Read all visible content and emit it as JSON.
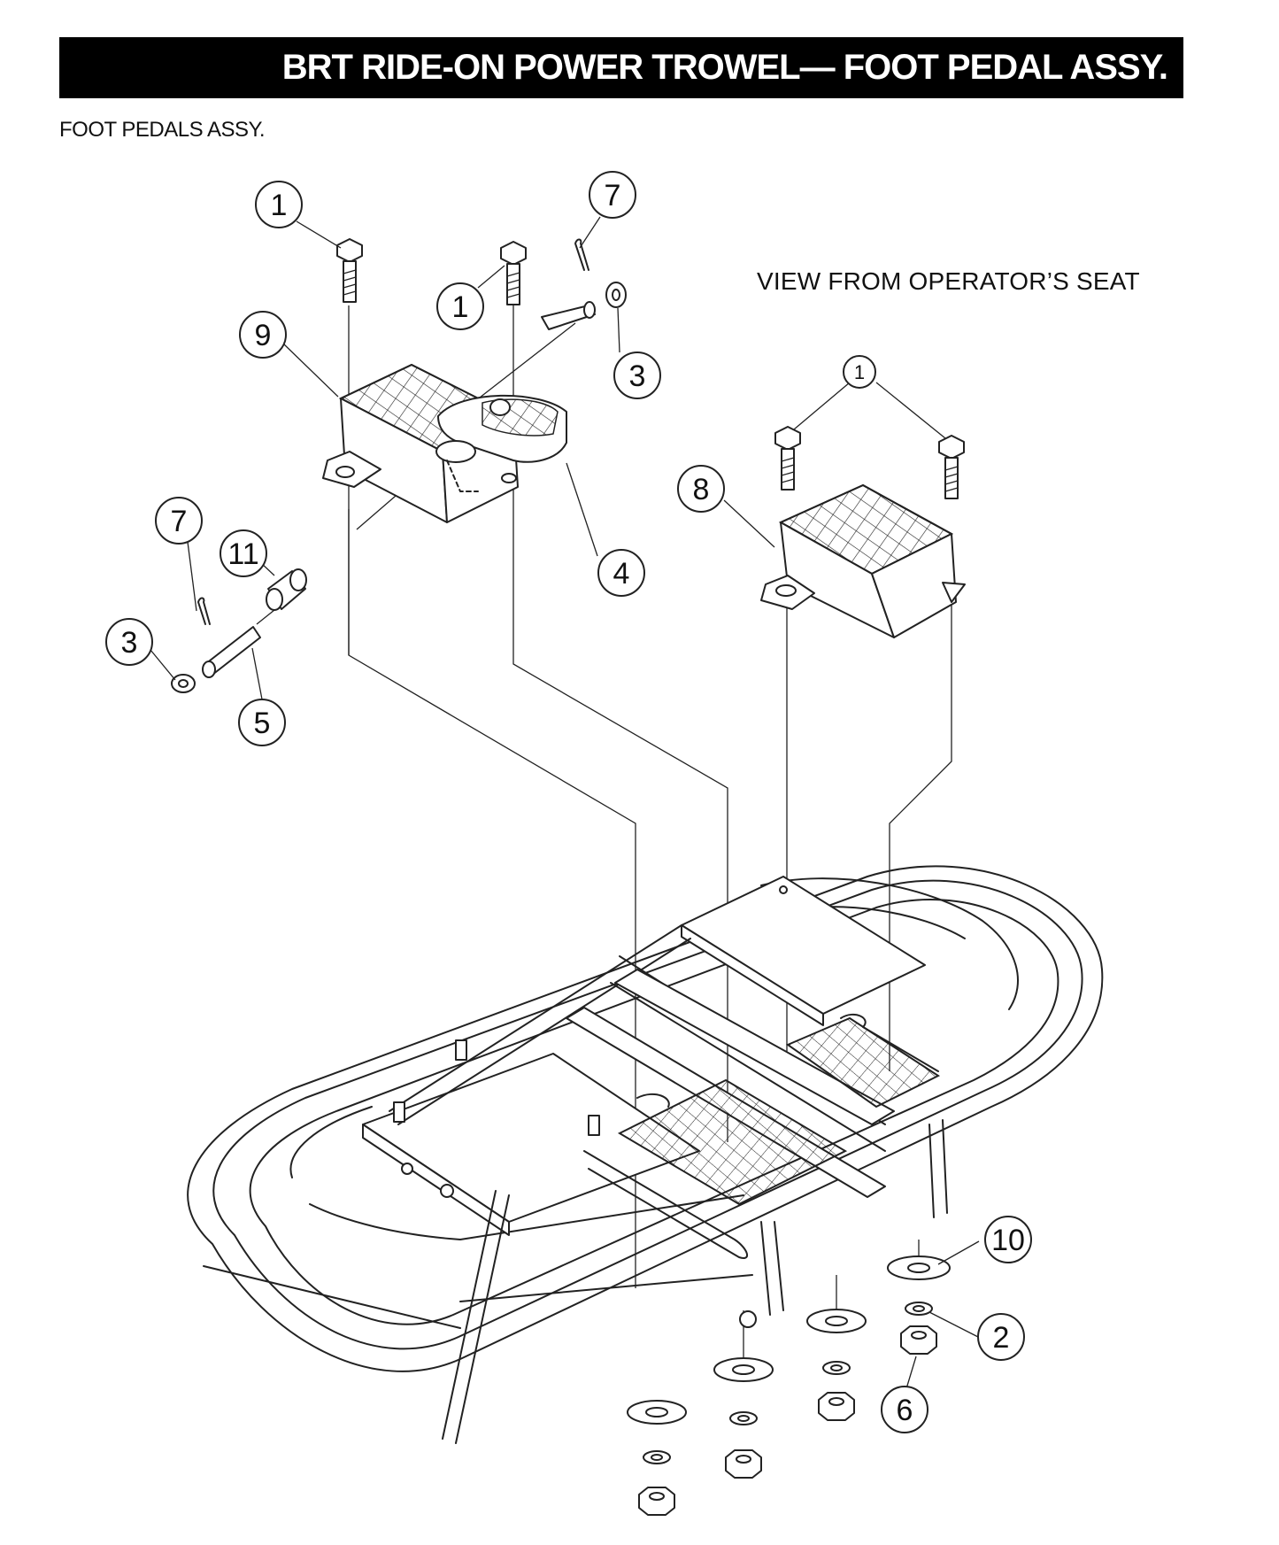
{
  "header": {
    "title": "BRT RIDE-ON POWER TROWEL— FOOT PEDAL ASSY."
  },
  "subtitle": "FOOT PEDALS ASSY.",
  "view_label": "VIEW FROM OPERATOR’S SEAT",
  "callouts": [
    "1",
    "1",
    "7",
    "3",
    "9",
    "4",
    "7",
    "11",
    "3",
    "5",
    "1",
    "8",
    "10",
    "2",
    "6"
  ]
}
